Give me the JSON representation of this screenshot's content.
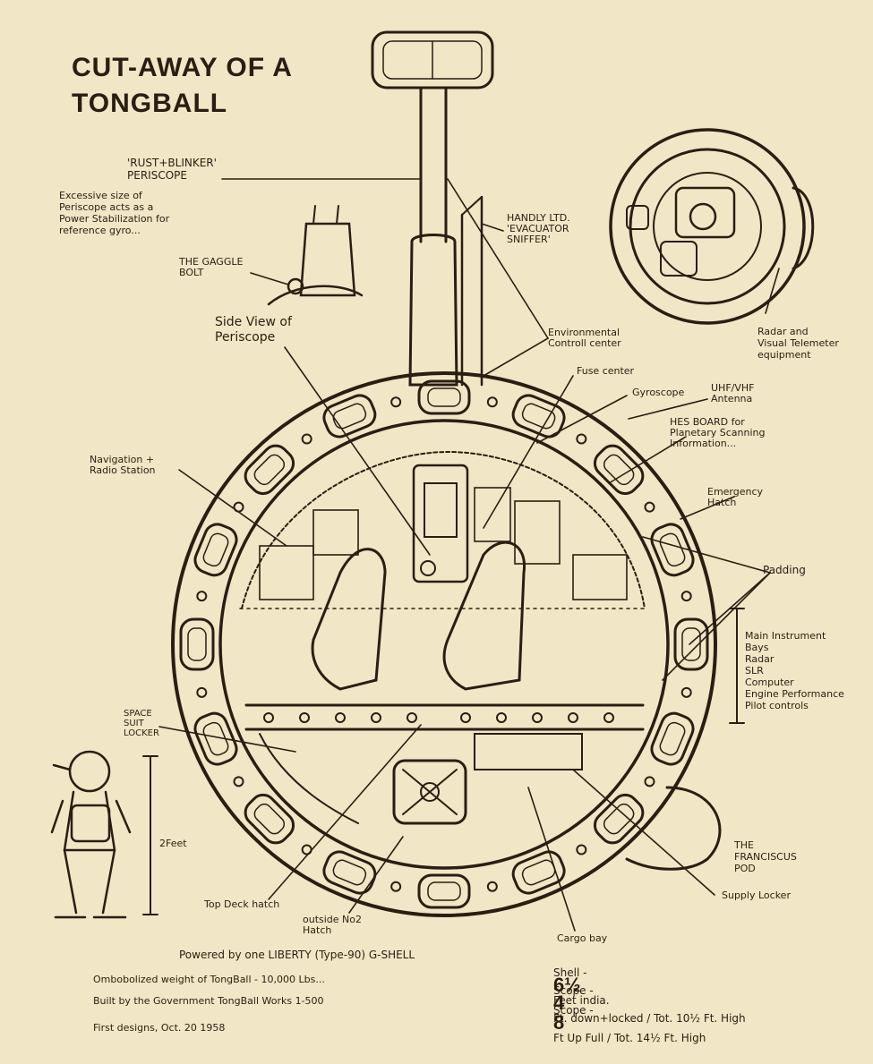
{
  "title": "CUT-AWAY OF A\nTONGBALL",
  "labels": {
    "periscope": "'RUST+BLINKER'\nPERISCOPE",
    "periscope_note": "Excessive size of\nPeriscope acts as a\nPower Stabilization for\nreference gyro...",
    "gaggle_bolt": "THE GAGGLE\nBOLT",
    "side_view": "Side View of\nPeriscope",
    "sniffer": "HANDLY LTD.\n'EVACUATOR\nSNIFFER'",
    "env_center": "Environmental\nControll center",
    "fuse_center": "Fuse center",
    "gyroscope": "Gyroscope",
    "antenna": "UHF/VHF\nAntenna",
    "hes_board": "HES BOARD for\nPlanetary Scanning\nInformation...",
    "radar_visual": "Radar and\nVisual Telemeter\nequipment",
    "nav_radio": "Navigation +\nRadio Station",
    "emergency_hatch": "Emergency\nHatch",
    "padding": "Padding",
    "main_instruments": "Main Instrument\nBays\nRadar\nSLR\nComputer\nEngine Performance\nPilot controls",
    "space_suit": "SPACE\nSUIT\nLOCKER",
    "two_feet": "2Feet",
    "franciscus_pod": "THE\nFRANCISCUS\nPOD",
    "supply_locker": "Supply Locker",
    "top_deck_hatch": "Top Deck hatch",
    "outside_hatch": "outside No2\nHatch",
    "cargo_bay": "Cargo bay"
  },
  "footer": {
    "powered": "Powered by one LIBERTY (Type-90) G-SHELL",
    "weight": "Ombobolized weight of TongBall - 10,000 Lbs...",
    "built": "Built by the Government TongBall Works 1-500",
    "first_designs": "First designs, Oct. 20 1958"
  },
  "specs": {
    "shell_label": "Shell -",
    "shell_value": "6½",
    "shell_unit": "Feet india.",
    "scope_down_label": "Scope -",
    "scope_down_value": "4",
    "scope_down_unit": "Ft. down+locked / Tot. 10½ Ft. High",
    "scope_up_label": "Scope -",
    "scope_up_value": "8",
    "scope_up_unit": "Ft Up Full / Tot. 14½ Ft. High"
  },
  "colors": {
    "paper": "#f1e6c6",
    "ink": "#2a1e12"
  }
}
